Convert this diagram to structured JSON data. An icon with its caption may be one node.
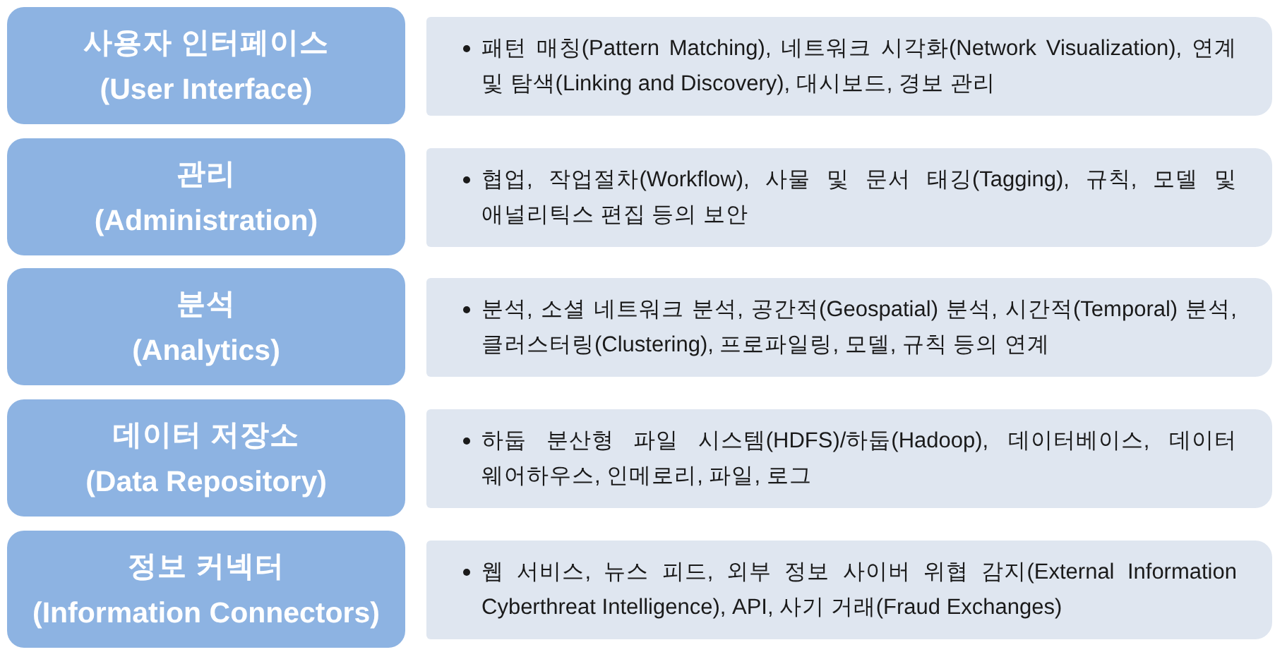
{
  "diagram": {
    "nodes": [
      {
        "text": [
          "사용자 인터페이스",
          "(User Interface)"
        ]
      },
      {
        "text": [
          "패턴 매칭(Pattern Matching), 네트워크 시각화(Network Visualization), 연계 및 탐색(Linking and Discovery), 대시보드, 경보 관리"
        ]
      },
      {
        "text": [
          "관리",
          "(Administration)"
        ]
      },
      {
        "text": [
          "협업, 작업절차(Workflow), 사물 및 문서 태깅(Tagging), 규칙, 모델 및 애널리틱스 편집 등의 보안"
        ]
      },
      {
        "text": [
          "분석",
          "(Analytics)"
        ]
      },
      {
        "text": [
          "분석, 소셜 네트워크 분석, 공간적(Geospatial) 분석, 시간적(Temporal) 분석, 클러스터링(Clustering), 프로파일링, 모델, 규칙 등의 연계"
        ]
      },
      {
        "text": [
          "데이터 저장소",
          "(Data Repository)"
        ]
      },
      {
        "text": [
          "하둡 분산형 파일 시스템(HDFS)/하둡(Hadoop), 데이터베이스, 데이터 웨어하우스, 인메로리, 파일, 로그"
        ]
      },
      {
        "text": [
          "정보 커넥터",
          "(Information Connectors)"
        ]
      },
      {
        "text": [
          "웹 서비스, 뉴스 피드, 외부 정보 사이버 위협 감지(External Information Cyberthreat Intelligence), API, 사기 거래(Fraud Exchanges)"
        ]
      }
    ]
  }
}
